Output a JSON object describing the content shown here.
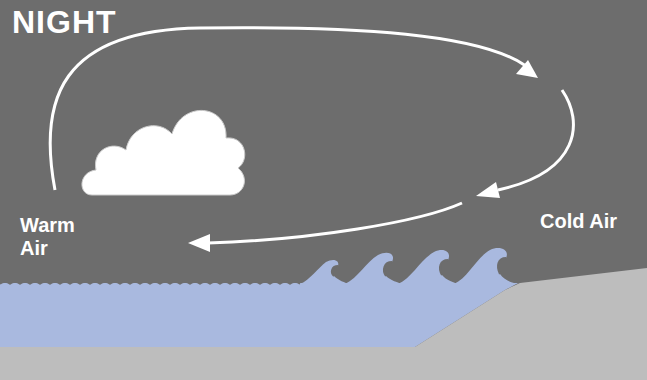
{
  "diagram": {
    "title": "NIGHT",
    "labels": [
      "Warm Air",
      "Cold Air"
    ]
  }
}
